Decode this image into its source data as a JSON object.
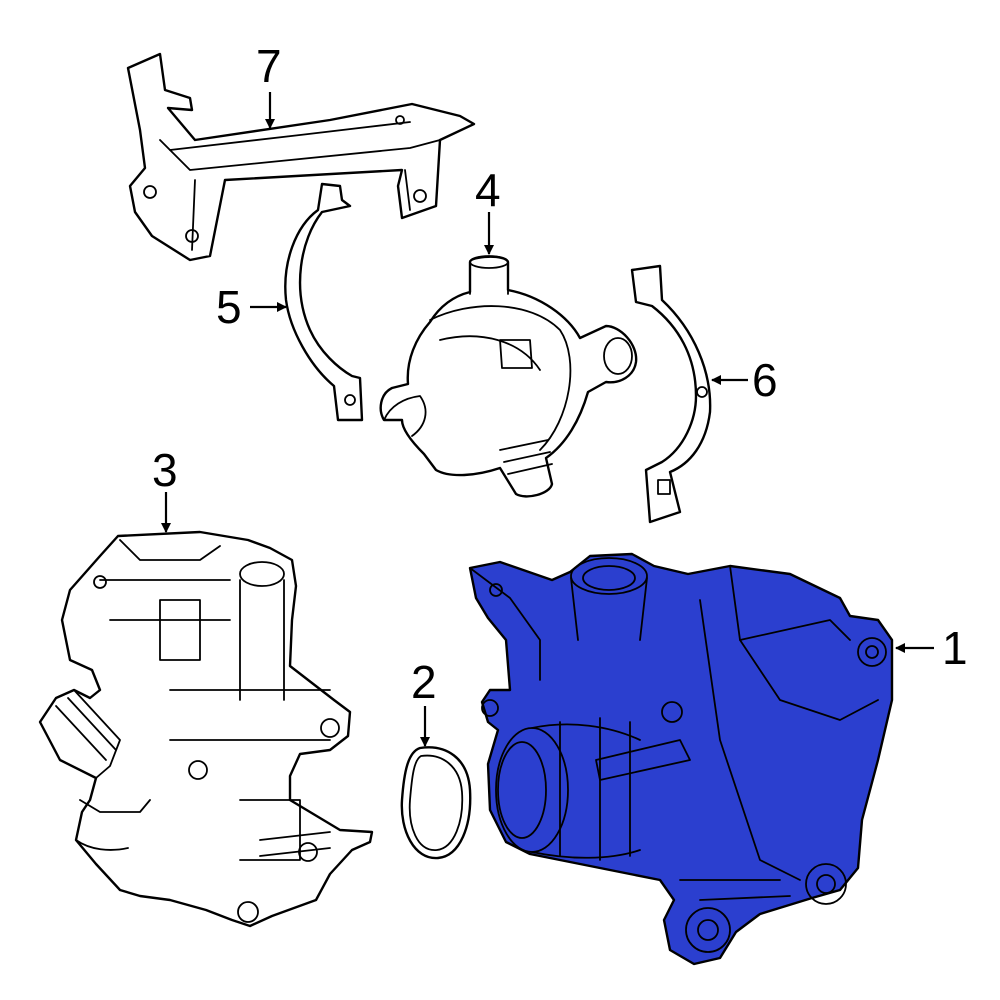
{
  "diagram": {
    "highlight_color": "#2b3fcf",
    "line_color": "#000000",
    "background": "#ffffff",
    "callouts": [
      {
        "id": "1",
        "label": "1",
        "part": "water-pump-assembly",
        "highlighted": true
      },
      {
        "id": "2",
        "label": "2",
        "part": "gasket"
      },
      {
        "id": "3",
        "label": "3",
        "part": "thermostat-housing"
      },
      {
        "id": "4",
        "label": "4",
        "part": "auxiliary-pump"
      },
      {
        "id": "5",
        "label": "5",
        "part": "mounting-strap-left"
      },
      {
        "id": "6",
        "label": "6",
        "part": "mounting-strap-right"
      },
      {
        "id": "7",
        "label": "7",
        "part": "mounting-bracket"
      }
    ]
  }
}
